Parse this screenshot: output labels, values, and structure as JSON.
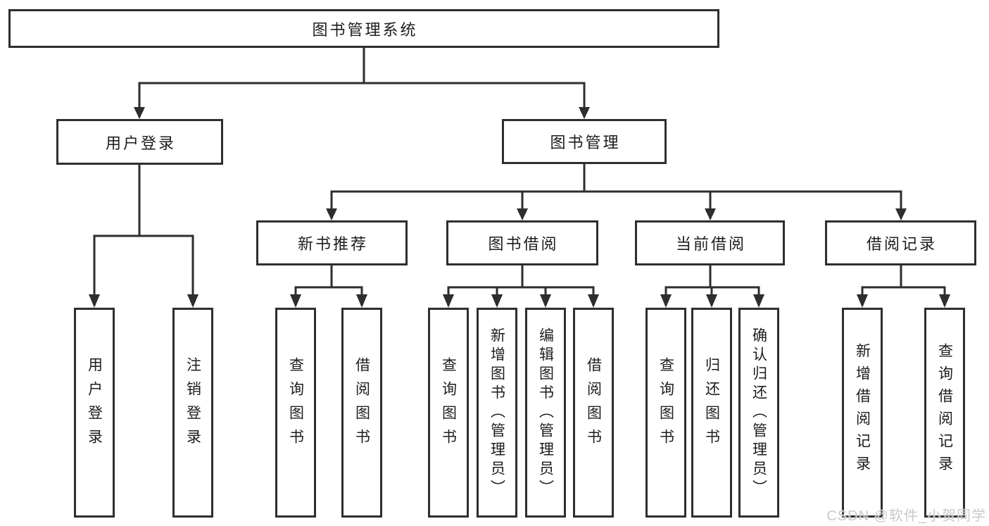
{
  "diagram": {
    "root": {
      "label": "图书管理系统"
    },
    "level2": [
      {
        "label": "用户登录"
      },
      {
        "label": "图书管理"
      }
    ],
    "level3": [
      {
        "label": "新书推荐"
      },
      {
        "label": "图书借阅"
      },
      {
        "label": "当前借阅"
      },
      {
        "label": "借阅记录"
      }
    ],
    "leaves": [
      {
        "label": "用户登录"
      },
      {
        "label": "注销登录"
      },
      {
        "label": "查询图书"
      },
      {
        "label": "借阅图书"
      },
      {
        "label": "查询图书"
      },
      {
        "label": "新增图书（管理员）"
      },
      {
        "label": "编辑图书（管理员）"
      },
      {
        "label": "借阅图书"
      },
      {
        "label": "查询图书"
      },
      {
        "label": "归还图书"
      },
      {
        "label": "确认归还（管理员）"
      },
      {
        "label": "新增借阅记录"
      },
      {
        "label": "查询借阅记录"
      }
    ]
  },
  "watermark": {
    "text": "CSDN @软件_小贺同学"
  },
  "colors": {
    "line": "#2e2e2e",
    "text": "#1d1d1d",
    "watermark": "#c9c9c9",
    "background": "#ffffff"
  }
}
